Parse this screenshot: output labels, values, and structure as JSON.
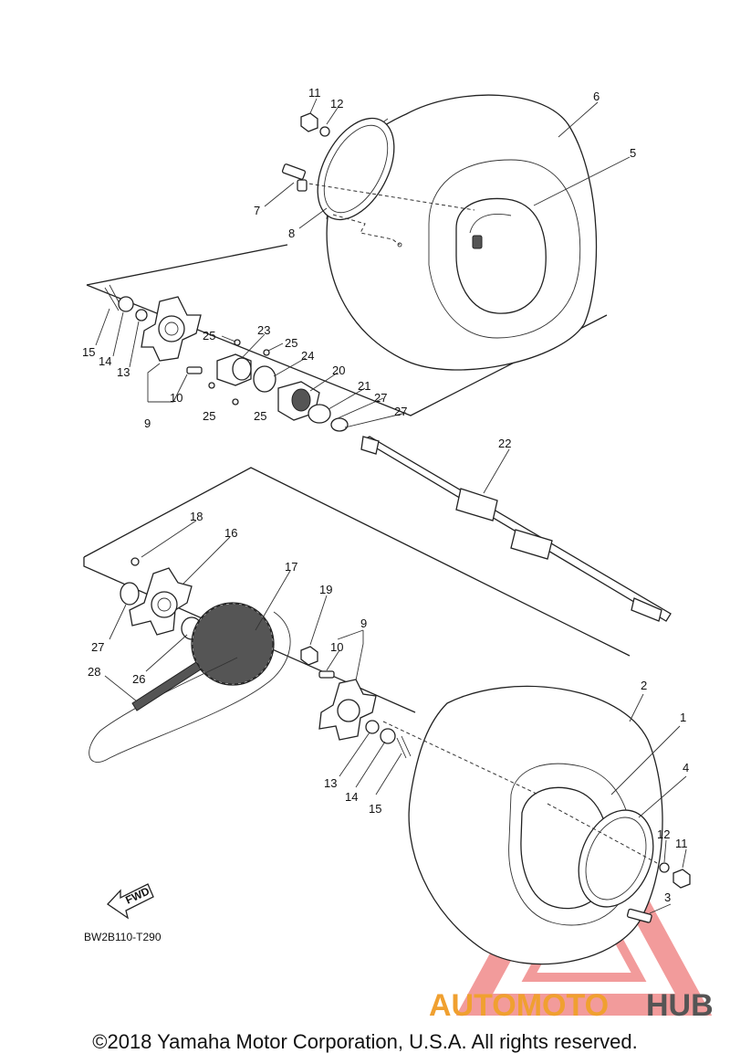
{
  "diagram": {
    "part_labels": [
      {
        "id": "p1",
        "text": "1"
      },
      {
        "id": "p2",
        "text": "2"
      },
      {
        "id": "p3",
        "text": "3"
      },
      {
        "id": "p4",
        "text": "4"
      },
      {
        "id": "p5",
        "text": "5"
      },
      {
        "id": "p6",
        "text": "6"
      },
      {
        "id": "p7",
        "text": "7"
      },
      {
        "id": "p8",
        "text": "8"
      },
      {
        "id": "p9a",
        "text": "9"
      },
      {
        "id": "p9b",
        "text": "9"
      },
      {
        "id": "p10a",
        "text": "10"
      },
      {
        "id": "p10b",
        "text": "10"
      },
      {
        "id": "p11a",
        "text": "11"
      },
      {
        "id": "p11b",
        "text": "11"
      },
      {
        "id": "p12a",
        "text": "12"
      },
      {
        "id": "p12b",
        "text": "12"
      },
      {
        "id": "p13a",
        "text": "13"
      },
      {
        "id": "p13b",
        "text": "13"
      },
      {
        "id": "p14a",
        "text": "14"
      },
      {
        "id": "p14b",
        "text": "14"
      },
      {
        "id": "p15a",
        "text": "15"
      },
      {
        "id": "p15b",
        "text": "15"
      },
      {
        "id": "p16",
        "text": "16"
      },
      {
        "id": "p17",
        "text": "17"
      },
      {
        "id": "p18",
        "text": "18"
      },
      {
        "id": "p19",
        "text": "19"
      },
      {
        "id": "p20",
        "text": "20"
      },
      {
        "id": "p21",
        "text": "21"
      },
      {
        "id": "p22",
        "text": "22"
      },
      {
        "id": "p23",
        "text": "23"
      },
      {
        "id": "p24",
        "text": "24"
      },
      {
        "id": "p25a",
        "text": "25"
      },
      {
        "id": "p25b",
        "text": "25"
      },
      {
        "id": "p25c",
        "text": "25"
      },
      {
        "id": "p25d",
        "text": "25"
      },
      {
        "id": "p26",
        "text": "26"
      },
      {
        "id": "p27a",
        "text": "27"
      },
      {
        "id": "p27b",
        "text": "27"
      },
      {
        "id": "p27c",
        "text": "27"
      },
      {
        "id": "p28",
        "text": "28"
      }
    ],
    "fwd_label": "FWD",
    "diagram_code": "BW2B110-T290"
  },
  "watermark": {
    "part1": "AUTOMOTO",
    "part2": "HUB",
    "color_primary": "#f0a030",
    "color_secondary": "#555555",
    "color_triangle": "#e84a4a"
  },
  "copyright": "©2018 Yamaha Motor Corporation, U.S.A. All rights reserved."
}
